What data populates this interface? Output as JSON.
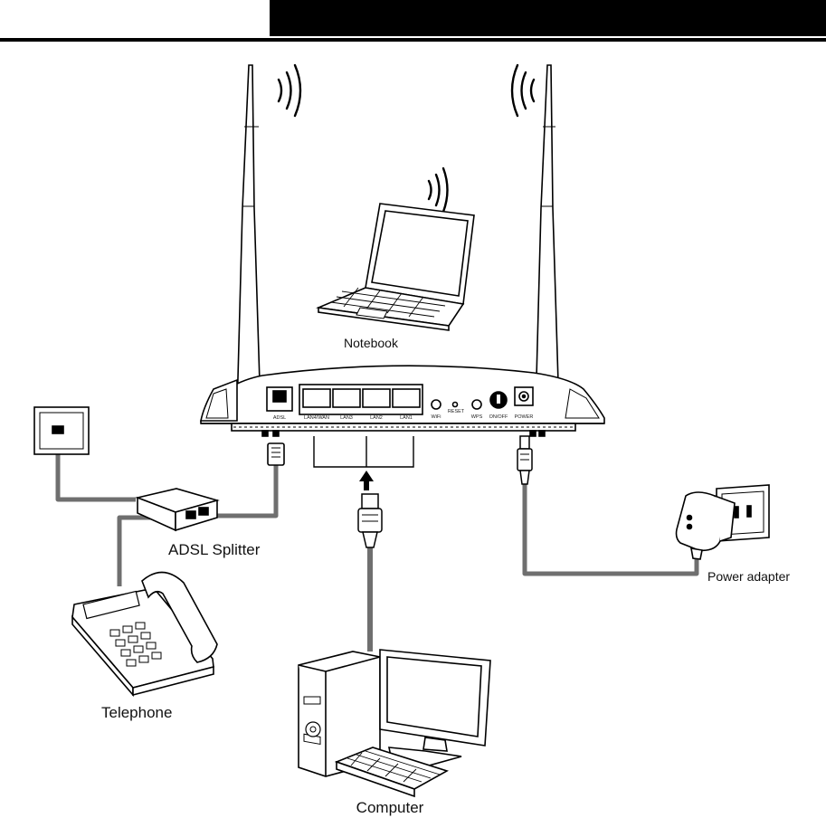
{
  "labels": {
    "notebook": "Notebook",
    "adsl_splitter": "ADSL Splitter",
    "telephone": "Telephone",
    "power_adapter": "Power adapter",
    "computer": "Computer"
  },
  "ports": {
    "adsl": "ADSL",
    "lan4": "LAN4/WAN",
    "lan3": "LAN3",
    "lan2": "LAN2",
    "lan1": "LAN1",
    "wifi": "WiFi",
    "reset": "RESET",
    "wps": "WPS",
    "onoff": "ON/OFF",
    "power": "POWER"
  },
  "colors": {
    "header_bar": "#000000",
    "line": "#000000",
    "cable": "#6f6f6f"
  }
}
